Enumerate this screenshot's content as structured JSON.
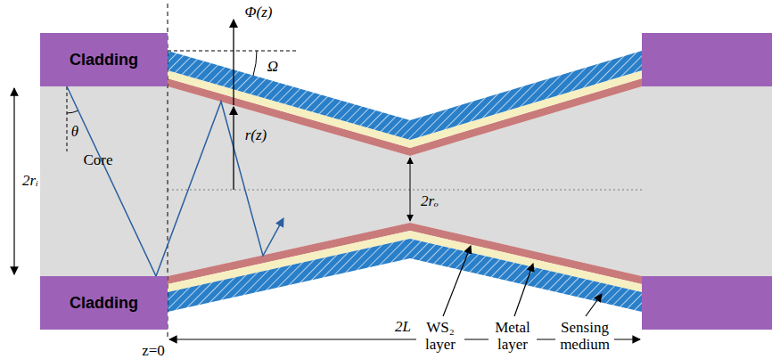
{
  "diagram": {
    "nodes": [
      {
        "text": [
          "Cladding"
        ]
      },
      {
        "text": [
          "Cladding"
        ]
      }
    ],
    "labels": [
      "Core",
      "θ",
      "Φ(z)",
      "Ω",
      "r(z)",
      "2rᵢ",
      "2rₒ",
      "2L",
      "z=0",
      "WS₂ layer",
      "Metal layer",
      "Sensing medium"
    ]
  }
}
